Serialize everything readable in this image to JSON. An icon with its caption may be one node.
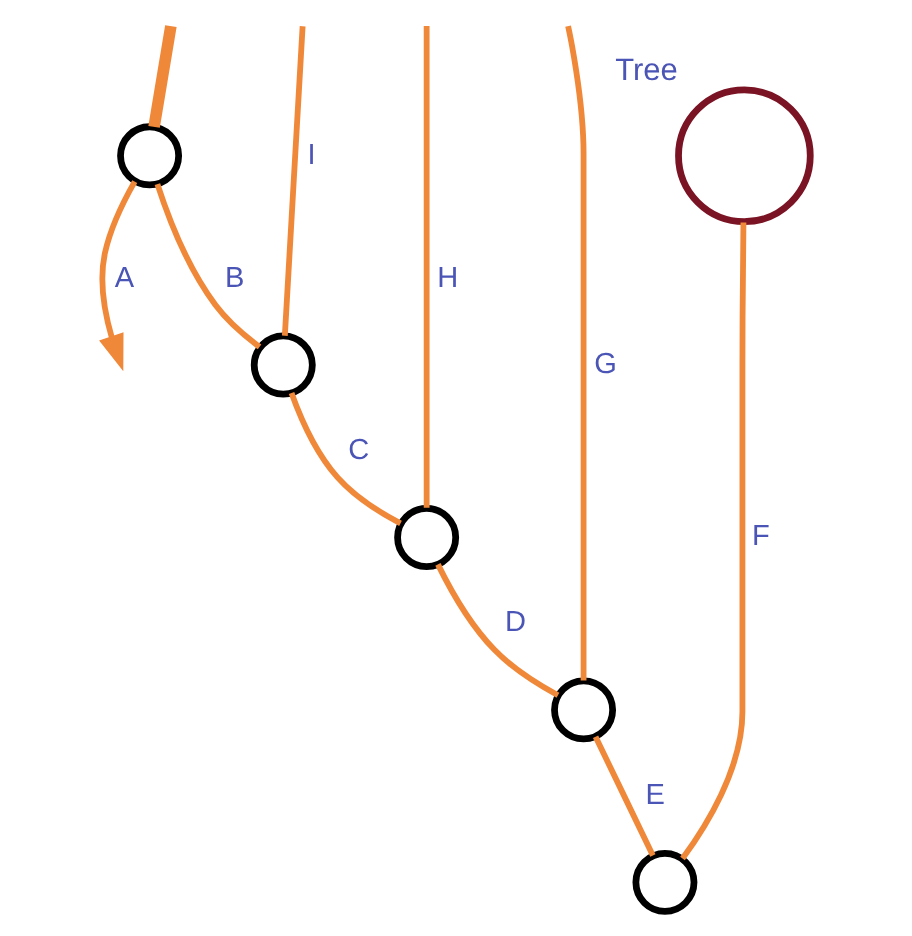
{
  "diagram": {
    "nodes": [
      {
        "text": [],
        "shape": "circle"
      },
      {
        "text": [],
        "shape": "circle"
      },
      {
        "text": [],
        "shape": "circle"
      },
      {
        "text": [],
        "shape": "circle"
      },
      {
        "text": [],
        "shape": "circle"
      },
      {
        "text": [],
        "shape": "circle",
        "beside": [
          "Tree"
        ]
      }
    ],
    "edges": [
      {
        "from": 0,
        "to": null,
        "arrow": "to",
        "label": "A"
      },
      {
        "from": 0,
        "to": null,
        "arrow": "none",
        "style": "thick"
      },
      {
        "from": 0,
        "to": 1,
        "arrow": "none",
        "label": "B"
      },
      {
        "from": 1,
        "to": null,
        "arrow": "none",
        "label": "I"
      },
      {
        "from": 1,
        "to": 2,
        "arrow": "none",
        "label": "C"
      },
      {
        "from": 2,
        "to": null,
        "arrow": "none",
        "label": "H"
      },
      {
        "from": 2,
        "to": 3,
        "arrow": "none",
        "label": "D"
      },
      {
        "from": 3,
        "to": null,
        "arrow": "none",
        "label": "G"
      },
      {
        "from": 3,
        "to": 4,
        "arrow": "none",
        "label": "E"
      },
      {
        "from": 4,
        "to": 5,
        "arrow": "none",
        "label": "F"
      }
    ]
  }
}
